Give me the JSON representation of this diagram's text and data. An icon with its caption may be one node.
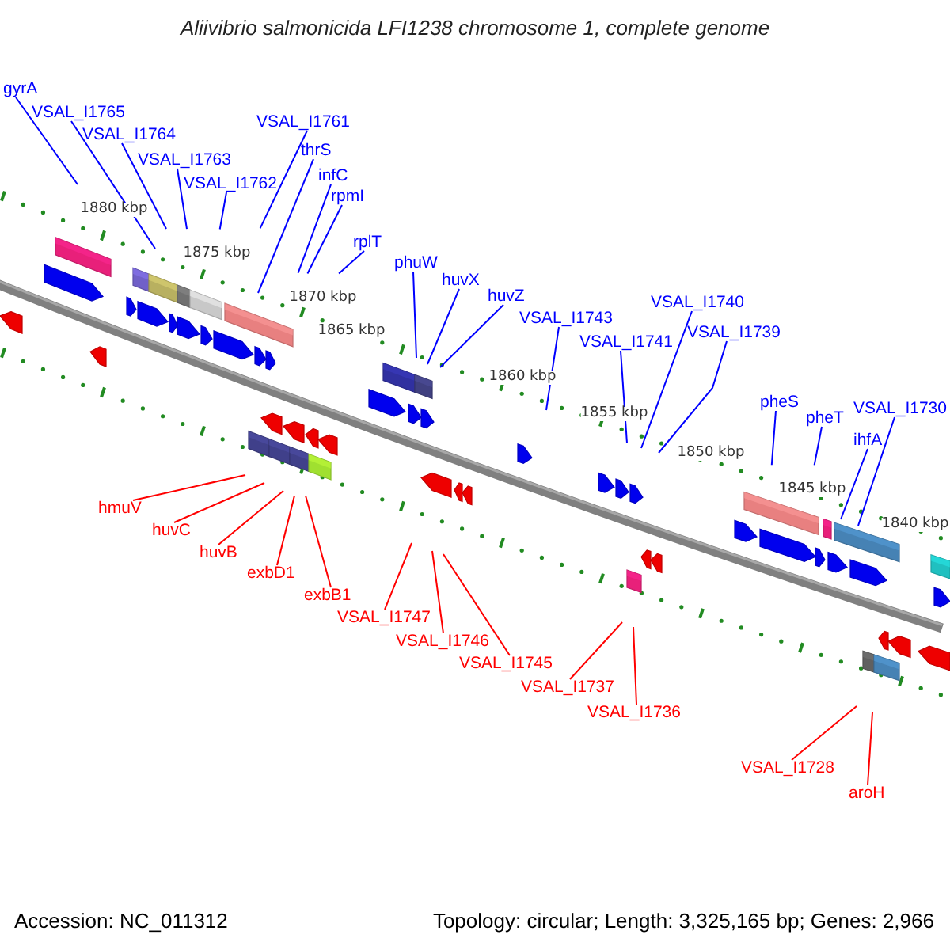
{
  "diagram": {
    "title": "Aliivibrio salmonicida LFI1238 chromosome 1, complete genome",
    "nodes": [
      {
        "text": [
          "gyrA"
        ]
      },
      {
        "text": [
          "VSAL_I1765"
        ]
      },
      {
        "text": [
          "VSAL_I1764"
        ]
      },
      {
        "text": [
          "VSAL_I1763"
        ]
      },
      {
        "text": [
          "VSAL_I1762"
        ]
      },
      {
        "text": [
          "VSAL_I1761"
        ]
      },
      {
        "text": [
          "thrS"
        ]
      },
      {
        "text": [
          "infC"
        ]
      },
      {
        "text": [
          "rpmI"
        ]
      },
      {
        "text": [
          "rplT"
        ]
      },
      {
        "text": [
          "phuW"
        ]
      },
      {
        "text": [
          "huvX"
        ]
      },
      {
        "text": [
          "huvZ"
        ]
      },
      {
        "text": [
          "VSAL_I1743"
        ]
      },
      {
        "text": [
          "VSAL_I1741"
        ]
      },
      {
        "text": [
          "VSAL_I1740"
        ]
      },
      {
        "text": [
          "VSAL_I1739"
        ]
      },
      {
        "text": [
          "pheS"
        ]
      },
      {
        "text": [
          "pheT"
        ]
      },
      {
        "text": [
          "ihfA"
        ]
      },
      {
        "text": [
          "VSAL_I1730"
        ]
      },
      {
        "text": [
          "hmuV"
        ]
      },
      {
        "text": [
          "huvC"
        ]
      },
      {
        "text": [
          "huvB"
        ]
      },
      {
        "text": [
          "exbD1"
        ]
      },
      {
        "text": [
          "exbB1"
        ]
      },
      {
        "text": [
          "VSAL_I1747"
        ]
      },
      {
        "text": [
          "VSAL_I1746"
        ]
      },
      {
        "text": [
          "VSAL_I1745"
        ]
      },
      {
        "text": [
          "VSAL_I1737"
        ]
      },
      {
        "text": [
          "VSAL_I1736"
        ]
      },
      {
        "text": [
          "VSAL_I1728"
        ]
      },
      {
        "text": [
          "aroH"
        ]
      }
    ],
    "edges": [
      {
        "from": 0,
        "to": null,
        "arrow": "none"
      },
      {
        "from": 1,
        "to": null,
        "arrow": "none"
      },
      {
        "from": 2,
        "to": null,
        "arrow": "none"
      },
      {
        "from": 3,
        "to": null,
        "arrow": "none"
      },
      {
        "from": 4,
        "to": null,
        "arrow": "none"
      },
      {
        "from": 5,
        "to": null,
        "arrow": "none"
      },
      {
        "from": 6,
        "to": null,
        "arrow": "none"
      },
      {
        "from": 7,
        "to": null,
        "arrow": "none"
      },
      {
        "from": 8,
        "to": null,
        "arrow": "none"
      },
      {
        "from": 9,
        "to": null,
        "arrow": "none"
      },
      {
        "from": 10,
        "to": null,
        "arrow": "none"
      },
      {
        "from": 11,
        "to": null,
        "arrow": "none"
      },
      {
        "from": 12,
        "to": null,
        "arrow": "none"
      },
      {
        "from": 13,
        "to": null,
        "arrow": "none"
      },
      {
        "from": 14,
        "to": null,
        "arrow": "none"
      },
      {
        "from": 15,
        "to": null,
        "arrow": "none"
      },
      {
        "from": 16,
        "to": null,
        "arrow": "none"
      },
      {
        "from": 17,
        "to": null,
        "arrow": "none"
      },
      {
        "from": 18,
        "to": null,
        "arrow": "none"
      },
      {
        "from": 19,
        "to": null,
        "arrow": "none"
      },
      {
        "from": 20,
        "to": null,
        "arrow": "none"
      },
      {
        "from": 21,
        "to": null,
        "arrow": "none",
        "color": "#ff0000"
      },
      {
        "from": 22,
        "to": null,
        "arrow": "none",
        "color": "#ff0000"
      },
      {
        "from": 23,
        "to": null,
        "arrow": "none",
        "color": "#ff0000"
      },
      {
        "from": 24,
        "to": null,
        "arrow": "none",
        "color": "#ff0000"
      },
      {
        "from": 25,
        "to": null,
        "arrow": "none",
        "color": "#ff0000"
      },
      {
        "from": 26,
        "to": null,
        "arrow": "none",
        "color": "#ff0000"
      },
      {
        "from": 27,
        "to": null,
        "arrow": "none",
        "color": "#ff0000"
      },
      {
        "from": 28,
        "to": null,
        "arrow": "none",
        "color": "#ff0000"
      },
      {
        "from": 29,
        "to": null,
        "arrow": "none",
        "color": "#ff0000"
      },
      {
        "from": 30,
        "to": null,
        "arrow": "none",
        "color": "#ff0000"
      },
      {
        "from": 31,
        "to": null,
        "arrow": "none",
        "color": "#ff0000"
      },
      {
        "from": 32,
        "to": null,
        "arrow": "none",
        "color": "#ff0000"
      }
    ],
    "labels": [
      "1880 kbp",
      "1875 kbp",
      "1870 kbp",
      "1865 kbp",
      "1860 kbp",
      "1855 kbp",
      "1850 kbp",
      "1845 kbp",
      "1840 kbp",
      "Accession: NC_011312",
      "Topology: circular; Length: 3,325,165 bp; Genes: 2,966"
    ]
  }
}
